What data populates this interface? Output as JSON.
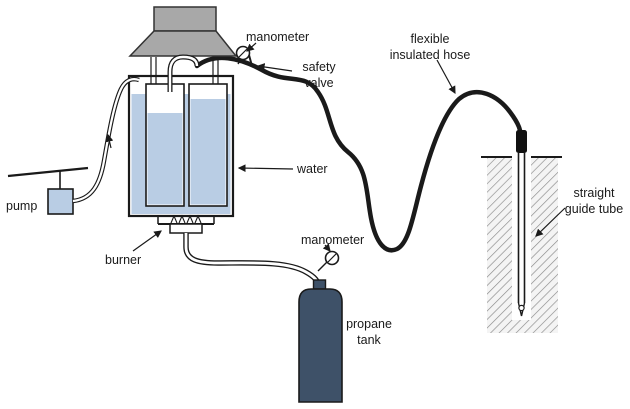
{
  "labels": {
    "manometer_top": "manometer",
    "safety_valve": [
      "safety",
      "valve"
    ],
    "flexible_hose": [
      "flexible",
      "insulated hose"
    ],
    "pump": "pump",
    "water": "water",
    "burner": "burner",
    "manometer_bottom": "manometer",
    "propane_tank": [
      "propane",
      "tank"
    ],
    "guide_tube": [
      "straight",
      "guide tube"
    ]
  },
  "colors": {
    "water": "#b9cde4",
    "tank": "#3e5168",
    "hood": "#a8a8a8",
    "line": "#1a1a1a",
    "background": "#ffffff"
  }
}
